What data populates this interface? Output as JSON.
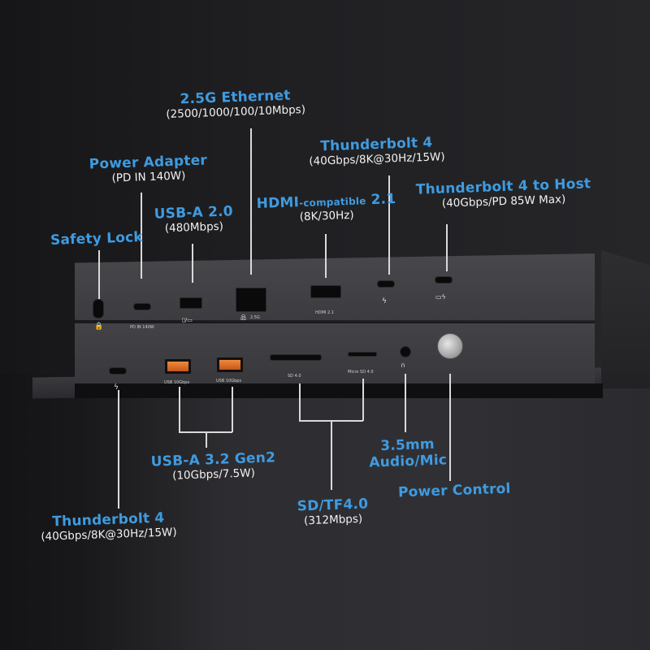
{
  "image": {
    "subject": "Thunderbolt 4 docking station port diagram",
    "colors": {
      "background": "#1c1c1f",
      "title_blue": "#3f9be0",
      "subtitle_white": "#f2f2f2",
      "leader_line": "#d9d9d9",
      "usb_orange": "#f08a3a"
    }
  },
  "callouts": {
    "ethernet": {
      "title": "2.5G Ethernet",
      "spec": "(2500/1000/100/10Mbps)"
    },
    "power_adapter": {
      "title": "Power Adapter",
      "spec": "(PD IN 140W)"
    },
    "usb_a_20": {
      "title": "USB-A 2.0",
      "spec": "(480Mbps)"
    },
    "safety_lock": {
      "title": "Safety Lock"
    },
    "hdmi": {
      "title_main": "HDMI",
      "title_small": "-compatible",
      "title_ver": " 2.1",
      "spec": "(8K/30Hz)"
    },
    "tb4_top": {
      "title": "Thunderbolt 4",
      "spec": "(40Gbps/8K@30Hz/15W)"
    },
    "tb4_host": {
      "title": "Thunderbolt 4 to Host",
      "spec": "(40Gbps/PD 85W Max)"
    },
    "usb_a_32": {
      "title": "USB-A 3.2 Gen2",
      "spec": "(10Gbps/7.5W)"
    },
    "tb4_front": {
      "title": "Thunderbolt 4",
      "spec": "(40Gbps/8K@30Hz/15W)"
    },
    "sd_tf": {
      "title": "SD/TF4.0",
      "spec": "(312Mbps)"
    },
    "audio": {
      "title_line1": "3.5mm",
      "title_line2": "Audio/Mic"
    },
    "power_control": {
      "title": "Power Control"
    }
  },
  "device_labels": {
    "pd_in": "PD IN 140W",
    "ethernet": "2.5G",
    "hdmi": "HDMI 2.1",
    "usb1": "USB 10Gbps",
    "usb2": "USB 10Gbps",
    "sd": "SD 4.0",
    "microsd": "Micro SD 4.0"
  },
  "icons": {
    "lock": "🔒",
    "thunderbolt": "ϟ",
    "laptop": "💻",
    "network": "品",
    "headphone": "🎧",
    "usb_battery": "▯"
  }
}
